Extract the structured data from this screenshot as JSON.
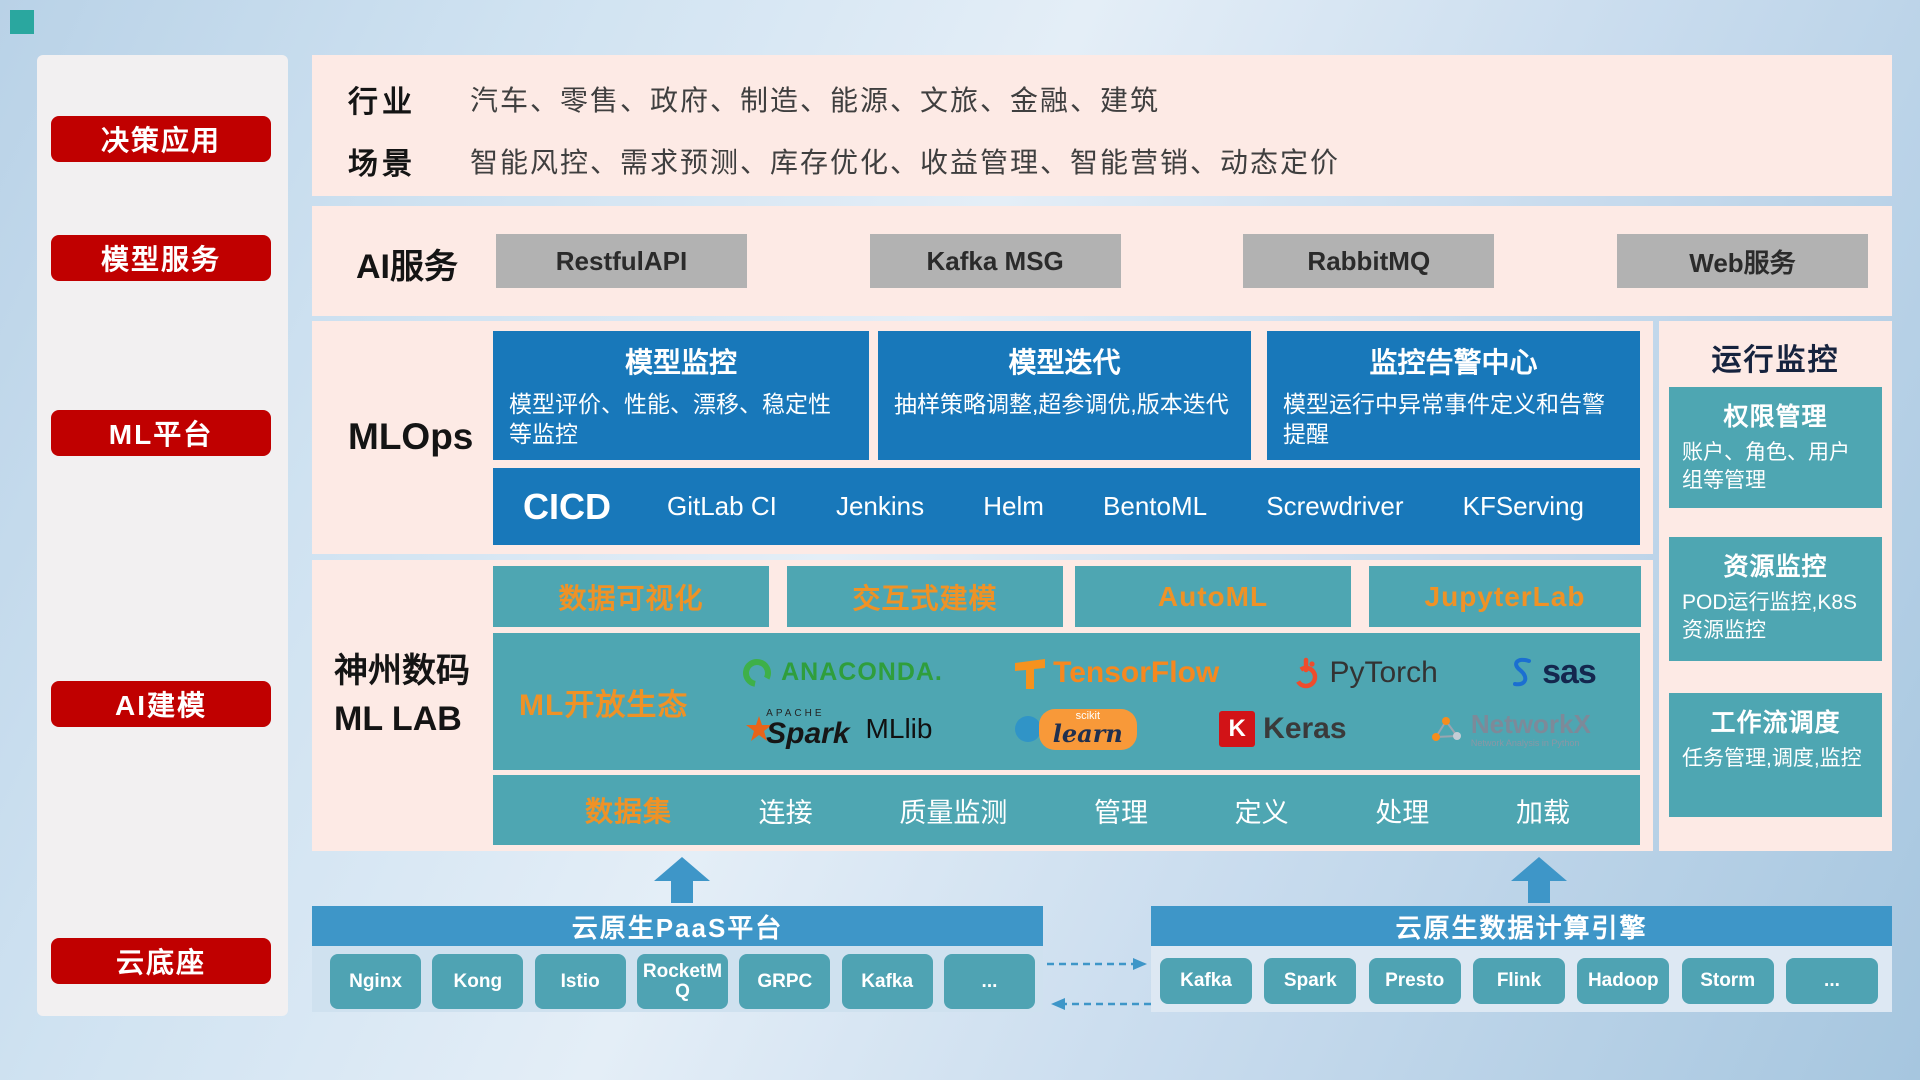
{
  "colors": {
    "accent_red": "#c00000",
    "band_pink": "#fdeae5",
    "card_blue": "#1878ba",
    "box_teal": "#4ea6b2",
    "highlight_orange": "#ef9226",
    "header_blue": "#3e96c8",
    "service_gray": "#b2b2b2"
  },
  "sidebar": {
    "items": [
      {
        "label": "决策应用"
      },
      {
        "label": "模型服务"
      },
      {
        "label": "ML平台"
      },
      {
        "label": "AI建模"
      },
      {
        "label": "云底座"
      }
    ]
  },
  "industry_band": {
    "rows": [
      {
        "label": "行业",
        "text": "汽车、零售、政府、制造、能源、文旅、金融、建筑"
      },
      {
        "label": "场景",
        "text": "智能风控、需求预测、库存优化、收益管理、智能营销、动态定价"
      }
    ]
  },
  "ai_service_band": {
    "label": "AI服务",
    "services": [
      "RestfulAPI",
      "Kafka MSG",
      "RabbitMQ",
      "Web服务"
    ]
  },
  "mlops_band": {
    "label": "MLOps",
    "cards": [
      {
        "title": "模型监控",
        "desc": "模型评价、性能、漂移、稳定性等监控"
      },
      {
        "title": "模型迭代",
        "desc": "抽样策略调整,超参调优,版本迭代"
      },
      {
        "title": "监控告警中心",
        "desc": "模型运行中异常事件定义和告警提醒"
      }
    ],
    "cicd": {
      "label": "CICD",
      "tools": [
        "GitLab CI",
        "Jenkins",
        "Helm",
        "BentoML",
        "Screwdriver",
        "KFServing"
      ]
    }
  },
  "mllab_band": {
    "label_line1": "神州数码",
    "label_line2": "ML LAB",
    "top_tools": [
      "数据可视化",
      "交互式建模",
      "AutoML",
      "JupyterLab"
    ],
    "ecosystem": {
      "label": "ML开放生态",
      "logos": {
        "anaconda": {
          "text": "ANACONDA."
        },
        "tensorflow": {
          "text": "TensorFlow"
        },
        "pytorch": {
          "text": "PyTorch"
        },
        "sas": {
          "text": "sas"
        },
        "spark": {
          "top": "APACHE",
          "text": "Spark",
          "suffix": "MLlib"
        },
        "scikit_learn": {
          "top": "scikit",
          "text": "learn"
        },
        "keras": {
          "icon": "K",
          "text": "Keras"
        },
        "networkx": {
          "text": "NetworkX",
          "subtitle": "Network Analysis in Python"
        }
      }
    },
    "dataset_row": {
      "label": "数据集",
      "items": [
        "连接",
        "质量监测",
        "管理",
        "定义",
        "处理",
        "加载"
      ]
    }
  },
  "monitor_column": {
    "title": "运行监控",
    "cards": [
      {
        "title": "权限管理",
        "desc": "账户、角色、用户组等管理"
      },
      {
        "title": "资源监控",
        "desc": "POD运行监控,K8S资源监控"
      },
      {
        "title": "工作流调度",
        "desc": "任务管理,调度,监控"
      }
    ]
  },
  "bottom": {
    "paas": {
      "title": "云原生PaaS平台",
      "items": [
        "Nginx",
        "Kong",
        "Istio",
        "RocketMQ",
        "GRPC",
        "Kafka",
        "..."
      ]
    },
    "engine": {
      "title": "云原生数据计算引擎",
      "items": [
        "Kafka",
        "Spark",
        "Presto",
        "Flink",
        "Hadoop",
        "Storm",
        "..."
      ]
    }
  }
}
